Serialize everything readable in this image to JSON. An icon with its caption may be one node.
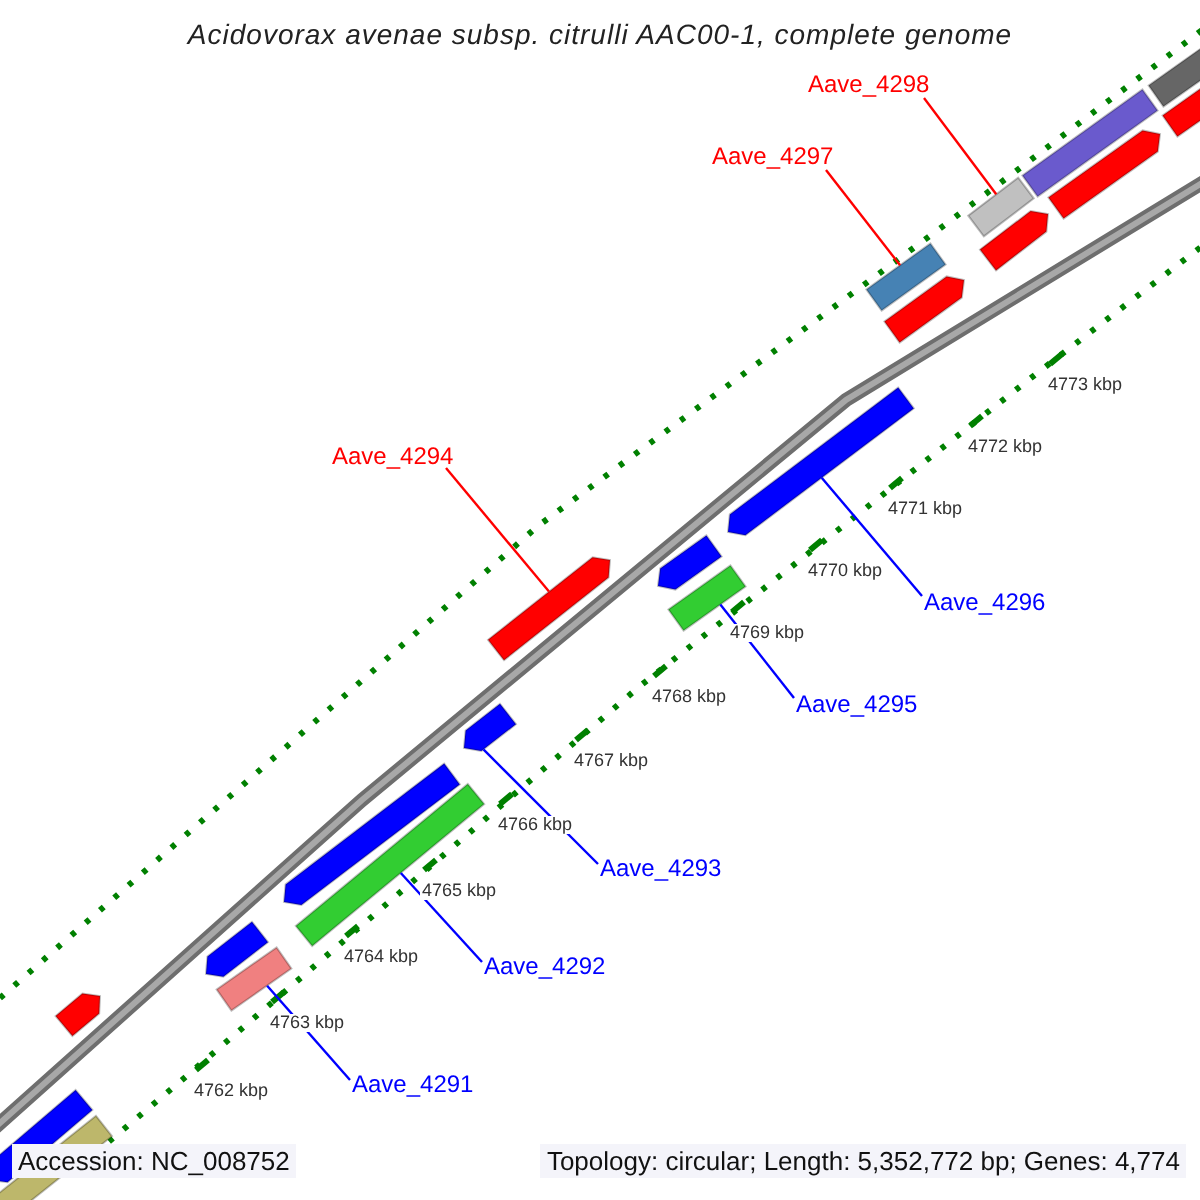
{
  "diagram": {
    "title": "Acidovorax avenae subsp. citrulli AAC00-1, complete genome",
    "nodes": [
      {
        "text": [
          "Aave_4298"
        ]
      },
      {
        "text": [
          "Aave_4297"
        ]
      },
      {
        "text": [
          "Aave_4294"
        ]
      },
      {
        "text": [
          "Aave_4296"
        ]
      },
      {
        "text": [
          "Aave_4295"
        ]
      },
      {
        "text": [
          "Aave_4293"
        ]
      },
      {
        "text": [
          "Aave_4292"
        ]
      },
      {
        "text": [
          "Aave_4291"
        ]
      },
      {
        "text": [],
        "shape": "bar"
      },
      {
        "text": [],
        "shape": "bar"
      },
      {
        "text": [],
        "shape": "bar"
      },
      {
        "text": [],
        "shape": "bar"
      },
      {
        "text": [],
        "shape": "bar"
      },
      {
        "text": [],
        "shape": "bar"
      },
      {
        "text": [],
        "shape": "bar"
      },
      {
        "text": [],
        "shape": "bar"
      },
      {
        "text": [],
        "shape": "bar"
      },
      {
        "text": [],
        "shape": "bar"
      },
      {
        "text": [],
        "shape": "bar"
      },
      {
        "text": [],
        "shape": "bar"
      },
      {
        "text": [],
        "shape": "bar"
      },
      {
        "text": [],
        "shape": "bar"
      },
      {
        "text": [],
        "shape": "bar"
      },
      {
        "text": [],
        "shape": "bar"
      },
      {
        "text": [],
        "shape": "bar"
      },
      {
        "text": [],
        "shape": "bar"
      },
      {
        "text": [],
        "shape": "bar"
      },
      {
        "text": [],
        "shape": "bar"
      }
    ],
    "edges": [
      {
        "from": 0,
        "to": 22,
        "arrow": "none",
        "color": "#ff0000"
      },
      {
        "from": 1,
        "to": 20,
        "arrow": "none",
        "color": "#ff0000"
      },
      {
        "from": 2,
        "to": 16,
        "arrow": "none",
        "color": "#ff0000"
      },
      {
        "from": 3,
        "to": 19,
        "arrow": "none"
      },
      {
        "from": 4,
        "to": 18,
        "arrow": "none"
      },
      {
        "from": 5,
        "to": 15,
        "arrow": "none"
      },
      {
        "from": 6,
        "to": 14,
        "arrow": "none"
      },
      {
        "from": 7,
        "to": 12,
        "arrow": "none"
      }
    ],
    "labels": [
      "4773 kbp",
      "4772 kbp",
      "4771 kbp",
      "4770 kbp",
      "4769 kbp",
      "4768 kbp",
      "4767 kbp",
      "4766 kbp",
      "4765 kbp",
      "4764 kbp",
      "4763 kbp",
      "4762 kbp",
      "Accession: NC_008752",
      "Topology: circular; Length: 5,352,772 bp; Genes: 4,774"
    ]
  }
}
